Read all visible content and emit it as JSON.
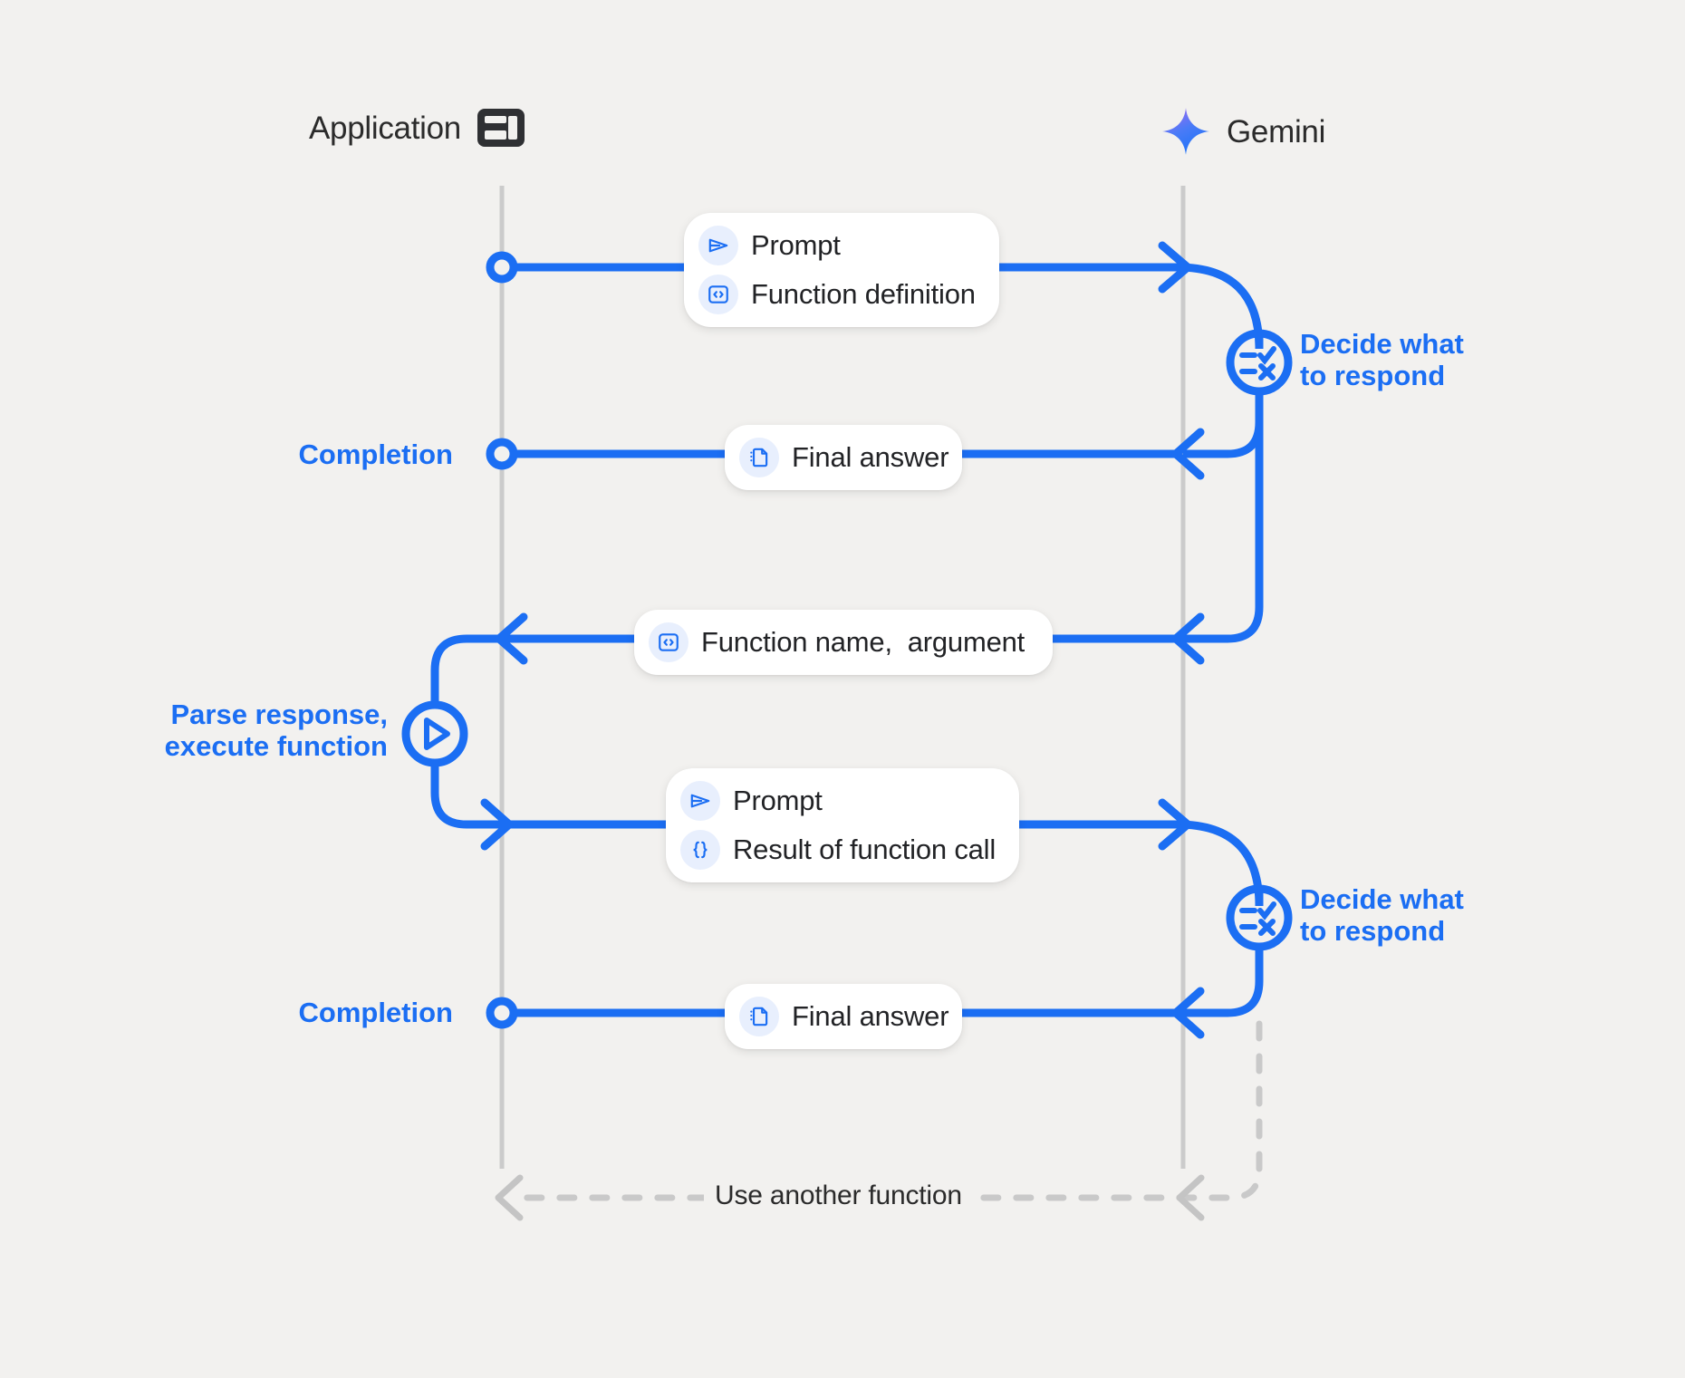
{
  "canvas": {
    "background": "#f2f1ef",
    "accent": "#1b6ef3",
    "lifeline_color": "#cccccc",
    "text_color": "#2b2b2b",
    "bubble_bg": "#ffffff",
    "icon_chip_bg": "#e8effd"
  },
  "columns": {
    "left": {
      "label": "Application",
      "icon": "application-dashboard-icon"
    },
    "right": {
      "label": "Gemini",
      "icon": "gemini-sparkle-icon"
    }
  },
  "messages": [
    {
      "id": "request-1",
      "direction": "left-to-right",
      "rows": [
        {
          "icon": "send-prompt-icon",
          "text": "Prompt"
        },
        {
          "icon": "code-brackets-icon",
          "text": "Function definition"
        }
      ]
    },
    {
      "id": "final-answer-1",
      "direction": "right-to-left",
      "rows": [
        {
          "icon": "document-icon",
          "text": "Final answer"
        }
      ]
    },
    {
      "id": "function-call",
      "direction": "right-to-left",
      "rows": [
        {
          "icon": "code-brackets-icon",
          "text": "Function name,  argument"
        }
      ]
    },
    {
      "id": "request-2",
      "direction": "left-to-right",
      "rows": [
        {
          "icon": "send-prompt-icon",
          "text": "Prompt"
        },
        {
          "icon": "curly-braces-icon",
          "text": "Result of function call"
        }
      ]
    },
    {
      "id": "final-answer-2",
      "direction": "right-to-left",
      "rows": [
        {
          "icon": "document-icon",
          "text": "Final answer"
        }
      ]
    }
  ],
  "annotations": {
    "decide_1": "Decide what\nto respond",
    "decide_2": "Decide what\nto respond",
    "parse": "Parse response,\nexecute function",
    "completion_1": "Completion",
    "completion_2": "Completion",
    "loop": "Use another function"
  },
  "nodes": {
    "decide_icon": "decision-checklist-icon",
    "parse_icon": "play-triangle-icon",
    "start_node": "hollow-circle-node",
    "completion_node": "hollow-circle-node"
  }
}
